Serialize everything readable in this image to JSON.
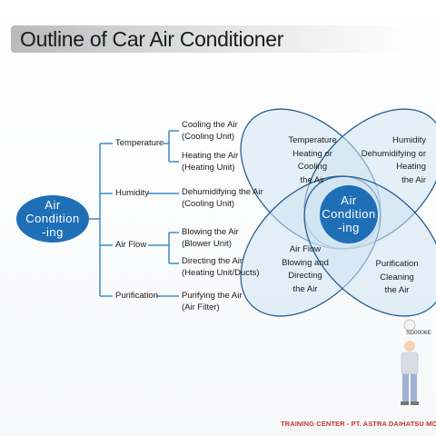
{
  "title": "Outline of Car Air Conditioner",
  "center_label": [
    "Air",
    "Condition",
    "-ing"
  ],
  "categories": [
    {
      "label": "Temperature",
      "items": [
        [
          "Cooling the Air",
          "(Cooling Unit)"
        ],
        [
          "Heating the Air",
          "(Heating Unit)"
        ]
      ]
    },
    {
      "label": "Humidity",
      "items": [
        [
          "Dehumidifying the Air",
          "(Cooling Unit)"
        ]
      ]
    },
    {
      "label": "Air Flow",
      "items": [
        [
          "Blowing the Air",
          "(Blower Unit)"
        ],
        [
          "Directing the Air",
          "(Heating Unit/Ducts)"
        ]
      ]
    },
    {
      "label": "Purification",
      "items": [
        [
          "Purifying the Air",
          "(Air Filter)"
        ]
      ]
    }
  ],
  "venn": {
    "top_left": [
      "Temperature",
      "Heating or",
      "Cooling",
      "the Air"
    ],
    "top_right": [
      "Humidity",
      "Dehumidifying or",
      "Heating",
      "the Air"
    ],
    "bottom_left": [
      "Air Flow",
      "Blowing and",
      "Directing",
      "the Air"
    ],
    "bottom_right": [
      "Purification",
      "Cleaning",
      "the Air"
    ],
    "center": [
      "Air",
      "Condition",
      "-ing"
    ]
  },
  "code": "SD0006E",
  "footer": "TRAINING CENTER - PT. ASTRA DAIHATSU MOTOR",
  "colors": {
    "accent": "#1f6fb6",
    "line": "#3a8cc8",
    "venn_fill": "#cfe3f3",
    "venn_stroke": "#2a5f8f",
    "footer": "#c0392b"
  }
}
